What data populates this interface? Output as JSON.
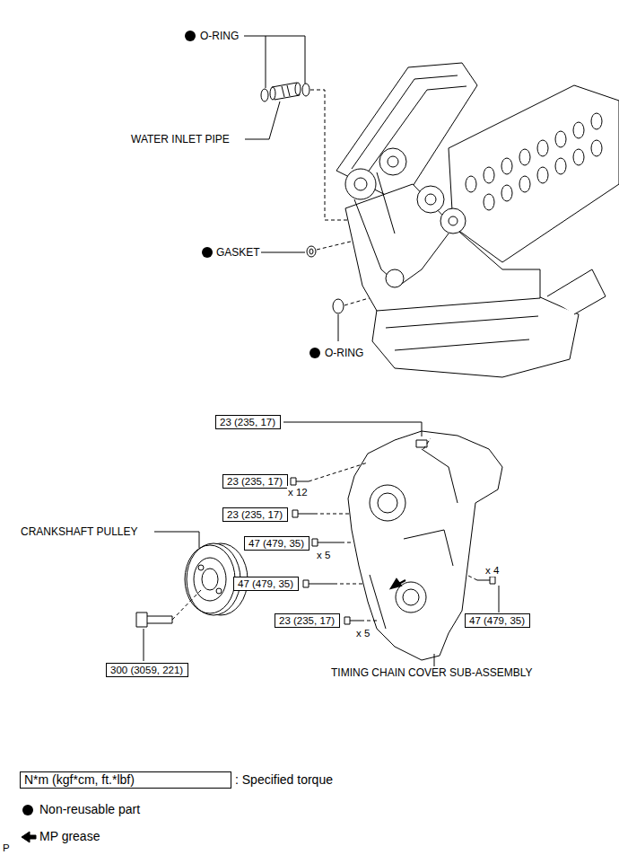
{
  "diagram": {
    "nodes": [
      {
        "text": [
          "23 (235, 17)"
        ]
      },
      {
        "text": [
          "23 (235, 17)"
        ]
      },
      {
        "text": [
          "23 (235, 17)"
        ]
      },
      {
        "text": [
          "47 (479, 35)"
        ]
      },
      {
        "text": [
          "47 (479, 35)"
        ]
      },
      {
        "text": [
          "47 (479, 35)"
        ]
      },
      {
        "text": [
          "23 (235, 17)"
        ]
      },
      {
        "text": [
          "300 (3059, 221)"
        ]
      },
      {
        "text": [
          "N*m (kgf*cm, ft.*lbf)"
        ]
      }
    ],
    "labels": [
      "O-RING",
      "WATER INLET PIPE",
      "GASKET",
      "O-RING",
      "x 12",
      "x 5",
      "x 4",
      "x 5",
      "CRANKSHAFT PULLEY",
      "TIMING CHAIN COVER SUB-ASSEMBLY",
      "P"
    ],
    "legend": [
      {
        "text": ": Specified torque"
      },
      {
        "text": "Non-reusable part"
      },
      {
        "text": "MP grease"
      }
    ]
  }
}
